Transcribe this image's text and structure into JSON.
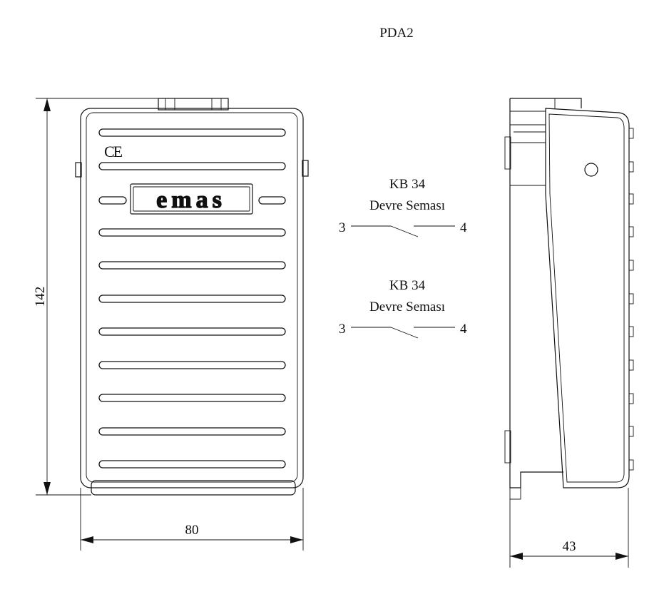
{
  "title": "PDA2",
  "front_view": {
    "ce_mark": "CE",
    "logo_text": "emas",
    "dimensions": {
      "height": "142",
      "width": "80"
    }
  },
  "side_view": {
    "dimensions": {
      "depth": "43"
    }
  },
  "schematics": [
    {
      "model": "KB 34",
      "caption": "Devre Seması",
      "terminal_left": "3",
      "terminal_right": "4"
    },
    {
      "model": "KB 34",
      "caption": "Devre Seması",
      "terminal_left": "3",
      "terminal_right": "4"
    }
  ]
}
